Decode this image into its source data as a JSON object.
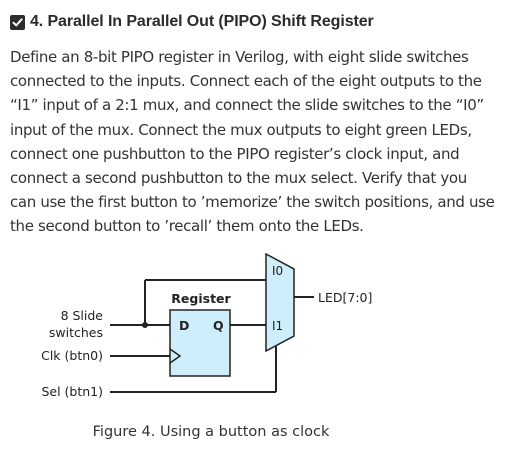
{
  "section": {
    "number_title": "4. Parallel In Parallel Out (PIPO) Shift Register",
    "checkbox_icon": "checkbox-checked-icon"
  },
  "description_lines": [
    "Define an 8-bit PIPO register in Verilog, with eight slide switches",
    "connected to the inputs. Connect each of the eight outputs to the",
    "“I1” input of a 2:1 mux, and connect the slide switches to the “I0”",
    "input of the mux. Connect the mux outputs to eight green LEDs,",
    "connect one pushbutton to the PIPO register’s clock input, and",
    "connect a second pushbutton to the mux select. Verify that you",
    "can use the first button to ’memorize’ the switch positions, and use",
    "the second button to ’recall’ them onto the LEDs."
  ],
  "diagram": {
    "register_label": "Register",
    "d_label": "D",
    "q_label": "Q",
    "mux_i0": "I0",
    "mux_i1": "I1",
    "output_label": "LED[7:0]",
    "input_label_line1": "8 Slide",
    "input_label_line2": "switches",
    "clk_label": "Clk (btn0)",
    "sel_label": "Sel (btn1)",
    "register_fill": "#cdeefa",
    "mux_fill": "#cdeefa"
  },
  "caption": "Figure 4. Using a button as clock"
}
